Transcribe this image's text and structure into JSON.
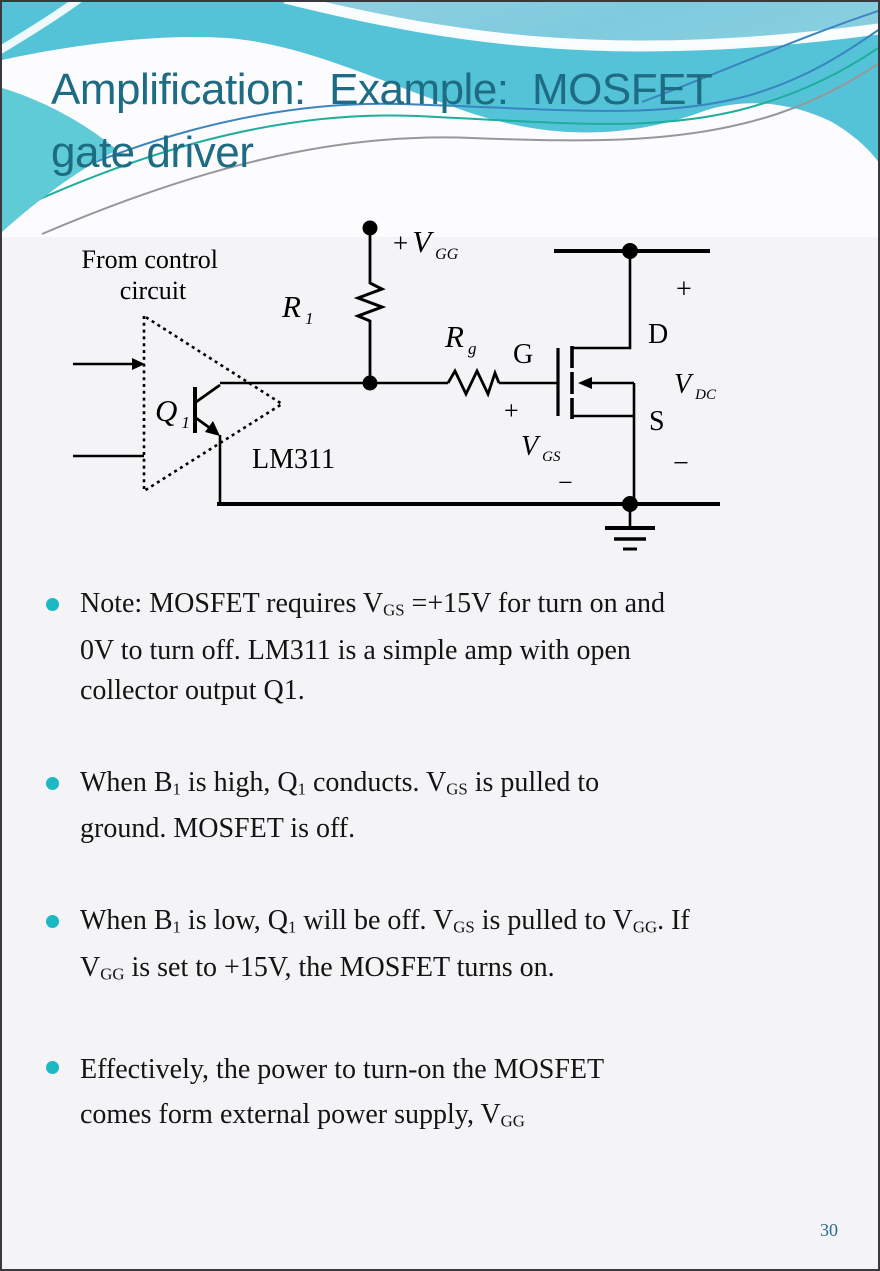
{
  "slide": {
    "title": "Amplification:  Example:  MOSFET\ngate driver",
    "page_number": "30",
    "colors": {
      "title_text": "#1d6c84",
      "bullet_dot": "#1cb8c4",
      "header_cyan": "#54c3d8",
      "accent_green": "#1fae9b",
      "accent_blue": "#3a85c0",
      "accent_gray": "#97979b",
      "teal_wedge": "#5ecbd7",
      "page_number": "#2b6d8c"
    }
  },
  "circuit": {
    "from_control": {
      "line1": "From control",
      "line2": "circuit"
    },
    "labels": {
      "vgg": {
        "plus": "+",
        "main": "V",
        "sub": "GG"
      },
      "r1": {
        "main": "R",
        "sub": "1"
      },
      "rg": {
        "main": "R",
        "sub": "g"
      },
      "q1": {
        "main": "Q",
        "sub": "1"
      },
      "vdc": {
        "main": "V",
        "sub": "DC"
      },
      "vgs": {
        "main": "V",
        "sub": "GS"
      },
      "gate": "G",
      "drain": "D",
      "source": "S",
      "opamp": "LM311",
      "vdc_plus": "+",
      "vdc_minus": "−",
      "vgs_plus": "+",
      "vgs_minus": "−"
    }
  },
  "bullets": {
    "items": [
      {
        "segments": [
          {
            "t": "Note: MOSFET requires V"
          },
          {
            "s": "GS"
          },
          {
            "t": " =+15V for turn on and"
          },
          {
            "br": true
          },
          {
            "t": "0V to turn off. LM311 is a simple amp with open"
          },
          {
            "br": true
          },
          {
            "t": "collector output Q1."
          }
        ]
      },
      {
        "segments": [
          {
            "t": "When B"
          },
          {
            "s": "1"
          },
          {
            "t": " is high, Q"
          },
          {
            "s": "1"
          },
          {
            "t": " conducts. V"
          },
          {
            "s": "GS"
          },
          {
            "t": " is pulled to"
          },
          {
            "br": true
          },
          {
            "t": "ground. MOSFET is off."
          }
        ]
      },
      {
        "segments": [
          {
            "t": "When B"
          },
          {
            "s": "1"
          },
          {
            "t": " is low, Q"
          },
          {
            "s": "1"
          },
          {
            "t": " will be off. V"
          },
          {
            "s": "GS"
          },
          {
            "t": " is pulled to V"
          },
          {
            "s": "GG"
          },
          {
            "t": ". If"
          },
          {
            "br": true
          },
          {
            "t": "V"
          },
          {
            "s": "GG"
          },
          {
            "t": " is set to +15V, the MOSFET turns on."
          }
        ]
      },
      {
        "segments": [
          {
            "t": "Effectively, the power to turn-on the MOSFET"
          },
          {
            "br": true
          },
          {
            "t": "comes form external power supply, V"
          },
          {
            "s": "GG"
          }
        ]
      }
    ]
  }
}
